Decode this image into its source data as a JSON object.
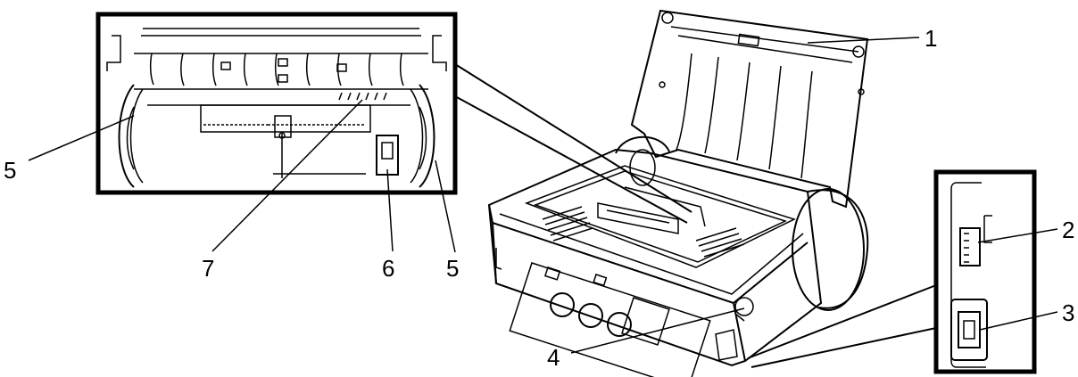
{
  "diagram": {
    "callouts": [
      {
        "id": "c1",
        "text": "1"
      },
      {
        "id": "c2",
        "text": "2"
      },
      {
        "id": "c3",
        "text": "3"
      },
      {
        "id": "c4",
        "text": "4"
      },
      {
        "id": "c5a",
        "text": "5"
      },
      {
        "id": "c5b",
        "text": "5"
      },
      {
        "id": "c6",
        "text": "6"
      },
      {
        "id": "c7",
        "text": "7"
      }
    ]
  }
}
